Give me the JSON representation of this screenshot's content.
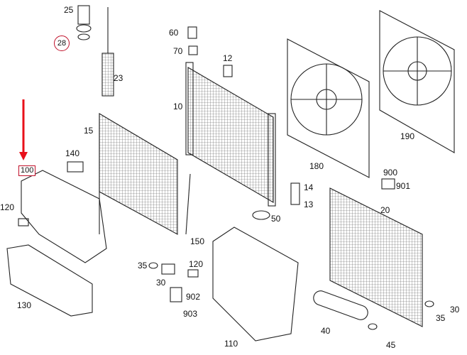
{
  "labels": {
    "p25": "25",
    "p28": "28",
    "p23": "23",
    "p60": "60",
    "p70": "70",
    "p12": "12",
    "p10": "10",
    "p15": "15",
    "p140": "140",
    "p100": "100",
    "p120a": "120",
    "p130": "130",
    "p35a": "35",
    "p30": "30",
    "p150": "150",
    "p120b": "120",
    "p902": "902",
    "p903": "903",
    "p14": "14",
    "p13": "13",
    "p50": "50",
    "p180": "180",
    "p900": "900",
    "p901": "901",
    "p190": "190",
    "p20": "20",
    "p110": "110",
    "p40": "40",
    "p45": "45",
    "p35b": "35",
    "p30b": "30"
  },
  "colors": {
    "highlight": "#e8101a",
    "callout": "#c0102a",
    "line": "#222222"
  }
}
